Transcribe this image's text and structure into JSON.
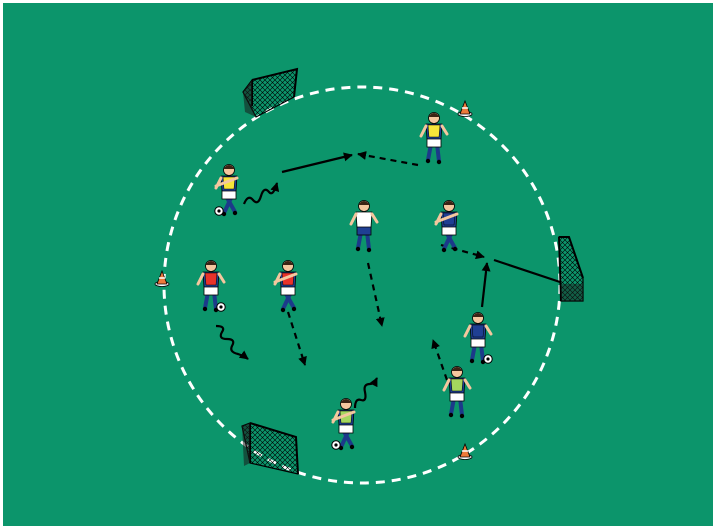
{
  "diagram": {
    "background_color": "#0c956b",
    "area_line_color": "#ffffff",
    "arrow_color": "#000000",
    "skin_color": "#f4c79e",
    "hair_color": "#3b2314",
    "sock_color": "#1c3a8a",
    "bib_colors": {
      "yellow": "#f7e53a",
      "red": "#e8322a",
      "green": "#a4d65e",
      "blue": "#1f3f93",
      "coach_white": "#ffffff"
    },
    "objects": {
      "goals": [
        "goal-top-left",
        "goal-right",
        "goal-bottom-left"
      ],
      "cones": [
        "cone-top-right",
        "cone-left",
        "cone-bottom-right"
      ],
      "players": [
        {
          "id": "player-yellow-top",
          "bib": "yellow"
        },
        {
          "id": "player-yellow-ball",
          "bib": "yellow",
          "with_ball": true
        },
        {
          "id": "coach-center",
          "bib": "coach_white"
        },
        {
          "id": "player-blue-right",
          "bib": "blue"
        },
        {
          "id": "player-red-left",
          "bib": "red",
          "with_ball": true
        },
        {
          "id": "player-red-center",
          "bib": "red"
        },
        {
          "id": "player-blue-ball",
          "bib": "blue",
          "with_ball": true
        },
        {
          "id": "player-green-bottom",
          "bib": "green",
          "with_ball": true
        },
        {
          "id": "player-green-right",
          "bib": "green"
        }
      ],
      "arrows": {
        "pass": 2,
        "run": 5,
        "dribble": 3
      }
    }
  }
}
